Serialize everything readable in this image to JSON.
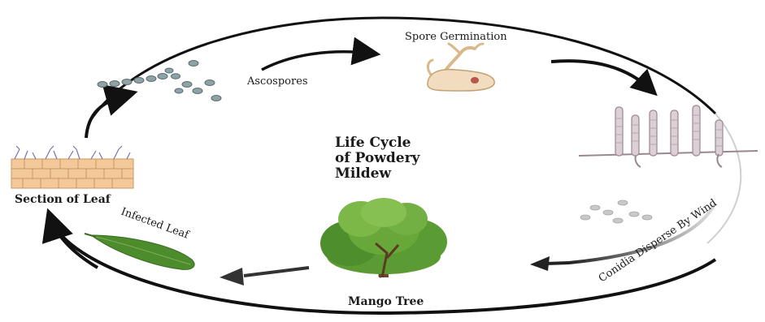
{
  "diagram": {
    "title_lines": [
      "Life Cycle",
      "of Powdery",
      "Mildew"
    ],
    "labels": {
      "ascospores": "Ascospores",
      "spore_germination": "Spore Germination",
      "conidia_disperse": "Conidia Disperse By Wind",
      "mango_tree": "Mango Tree",
      "infected_leaf": "Infected Leaf",
      "section_of_leaf": "Section of Leaf"
    }
  }
}
